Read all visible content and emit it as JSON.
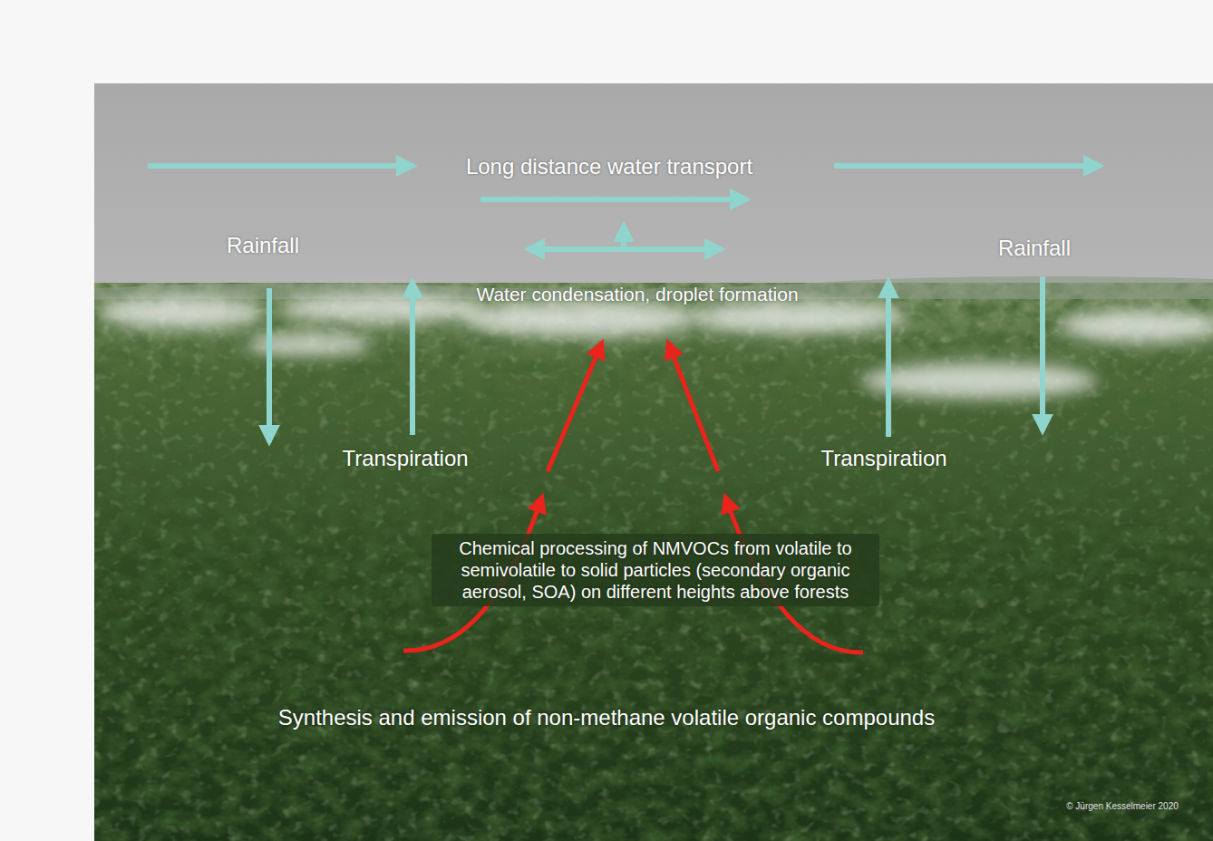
{
  "diagram": {
    "labels": [
      "Long distance water transport",
      "Rainfall",
      "Rainfall",
      "Water condensation, droplet formation",
      "Transpiration",
      "Transpiration",
      "Chemical processing of NMVOCs from volatile to semivolatile to solid particles (secondary organic aerosol, SOA) on different heights above forests",
      "Synthesis and emission of non-methane volatile organic compounds",
      "© Jürgen Kesselmeier 2020"
    ]
  }
}
